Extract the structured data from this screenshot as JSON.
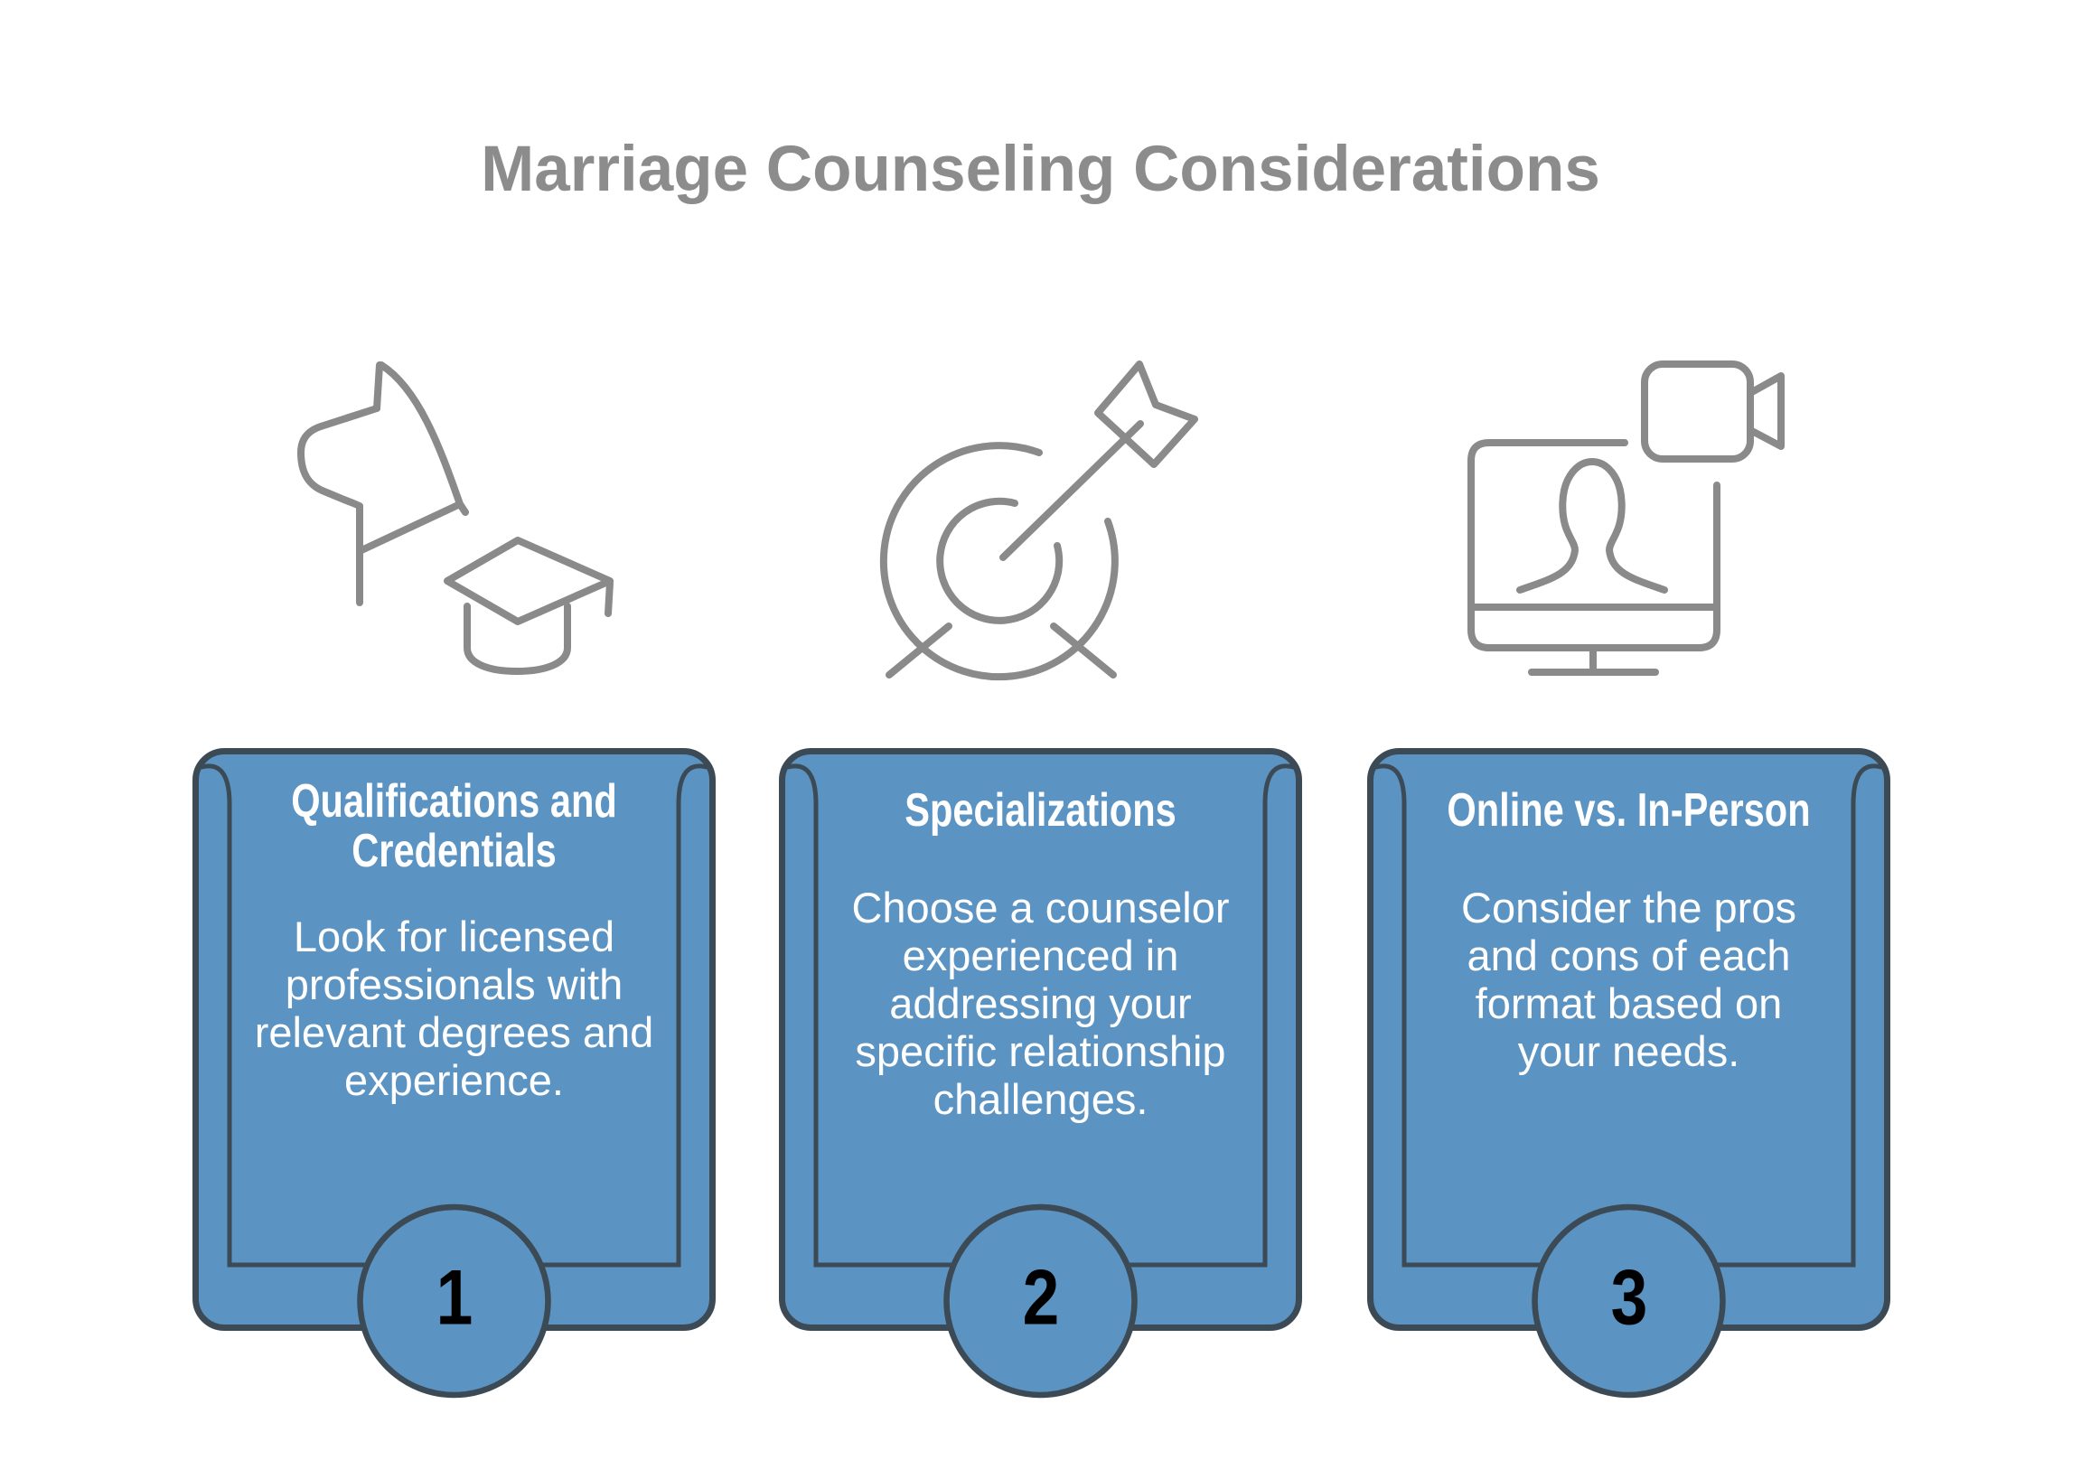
{
  "page": {
    "title": "Marriage Counseling Considerations"
  },
  "colors": {
    "page_background": "#ffffff",
    "title_color": "#8c8c8c",
    "card_fill": "#5b93c3",
    "card_border": "#3b4a54",
    "heading_color": "#ffffff",
    "body_color": "#ffffff",
    "number_color": "#000000",
    "icon_stroke": "#8a8a8a"
  },
  "cards": [
    {
      "number": "1",
      "icon": "graduation-cap-icon",
      "heading": "Qualifications and\nCredentials",
      "body": "Look for licensed\nprofessionals with\nrelevant degrees and\nexperience."
    },
    {
      "number": "2",
      "icon": "target-arrow-icon",
      "heading": "Specializations",
      "body": "Choose a counselor\nexperienced in\naddressing your\nspecific relationship\nchallenges."
    },
    {
      "number": "3",
      "icon": "video-call-icon",
      "heading": "Online vs. In-Person",
      "body": "Consider the pros\nand cons of each\nformat based on\nyour needs."
    }
  ]
}
